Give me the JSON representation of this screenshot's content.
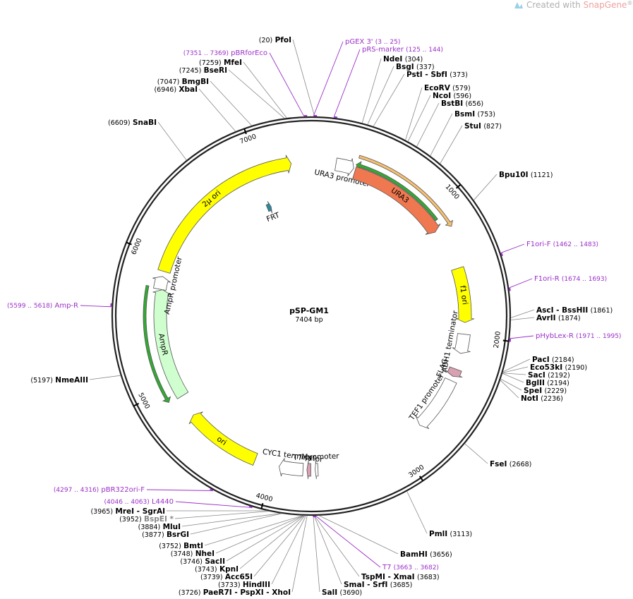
{
  "brand": {
    "prefix": "Created with ",
    "name": "SnapGene",
    "mark": "®"
  },
  "plasmid": {
    "name": "pSP-GM1",
    "length_label": "7404 bp",
    "length": 7404
  },
  "ruler_ticks": [
    {
      "pos": 1000,
      "label": "1000"
    },
    {
      "pos": 2000,
      "label": "2000"
    },
    {
      "pos": 3000,
      "label": "3000"
    },
    {
      "pos": 4000,
      "label": "4000"
    },
    {
      "pos": 5000,
      "label": "5000"
    },
    {
      "pos": 6000,
      "label": "6000"
    },
    {
      "pos": 7000,
      "label": "7000"
    }
  ],
  "features": [
    {
      "id": "ura3-promoter",
      "label": "URA3 promoter",
      "start": 190,
      "end": 330,
      "color": "#ffffff",
      "ring": 0
    },
    {
      "id": "ura3",
      "label": "URA3",
      "start": 345,
      "end": 1150,
      "color": "#f07850",
      "ring": 0
    },
    {
      "id": "f1-ori",
      "label": "f1 ori",
      "start": 1480,
      "end": 1900,
      "color": "#ffff00",
      "ring": 0
    },
    {
      "id": "adh1-terminator",
      "label": "ADH1 terminator",
      "start": 1990,
      "end": 2140,
      "color": "#ffffff",
      "ring": 0
    },
    {
      "id": "flag",
      "label": "FLAG",
      "start": 2265,
      "end": 2325,
      "color": "#d8a0b0",
      "ring": 0
    },
    {
      "id": "tef1-promoter",
      "label": "TEF1 promoter",
      "start": 2360,
      "end": 2780,
      "color": "#ffffff",
      "ring": 0
    },
    {
      "id": "t7-promoter",
      "label": "T7 promoter",
      "start": 3650,
      "end": 3672,
      "color": "#ffffff",
      "ring": 0
    },
    {
      "id": "myc",
      "label": "Myc",
      "start": 3705,
      "end": 3735,
      "color": "#d8a0b0",
      "ring": 0
    },
    {
      "id": "cyc1-terminator",
      "label": "CYC1 terminator",
      "start": 3765,
      "end": 3950,
      "color": "#ffffff",
      "ring": 0
    },
    {
      "id": "ori",
      "label": "ori",
      "start": 4140,
      "end": 4730,
      "color": "#ffff00",
      "ring": 0
    },
    {
      "id": "ampr",
      "label": "AmpR",
      "start": 4900,
      "end": 5760,
      "color": "#cfffcf",
      "ring": 0
    },
    {
      "id": "ampr-promoter",
      "label": "AmpR promoter",
      "start": 5760,
      "end": 5860,
      "color": "#ffffff",
      "ring": 0
    },
    {
      "id": "2u-ori",
      "label": "2µ ori",
      "start": 5900,
      "end": 7250,
      "color": "#ffff00",
      "ring": 0
    },
    {
      "id": "frt",
      "label": "FRT",
      "start": 6950,
      "end": 6990,
      "color": "#2a8aa0",
      "ring": 2
    }
  ],
  "orfs": [
    {
      "id": "orf-ura3",
      "start": 345,
      "end": 1180,
      "color": "#f5c070"
    },
    {
      "id": "orf-ura3-rev",
      "start": 1080,
      "end": 340,
      "color": "#33aa33"
    },
    {
      "id": "orf-ampr",
      "start": 5770,
      "end": 4910,
      "color": "#33aa33"
    }
  ],
  "sites": [
    {
      "enz": "PfoI",
      "pos": "(20)",
      "side": "left"
    },
    {
      "enz": "NdeI",
      "pos": "(304)",
      "side": "right"
    },
    {
      "enz": "BsgI",
      "pos": "(337)",
      "side": "right"
    },
    {
      "enz": "PstI - SbfI",
      "pos": "(373)",
      "side": "right"
    },
    {
      "enz": "EcoRV",
      "pos": "(579)",
      "side": "right"
    },
    {
      "enz": "NcoI",
      "pos": "(596)",
      "side": "right"
    },
    {
      "enz": "BstBI",
      "pos": "(656)",
      "side": "right"
    },
    {
      "enz": "BsmI",
      "pos": "(753)",
      "side": "right"
    },
    {
      "enz": "StuI",
      "pos": "(827)",
      "side": "right"
    },
    {
      "enz": "Bpu10I",
      "pos": "(1121)",
      "side": "right"
    },
    {
      "enz": "AscI - BssHII",
      "pos": "(1861)",
      "side": "right"
    },
    {
      "enz": "AvrII",
      "pos": "(1874)",
      "side": "right"
    },
    {
      "enz": "PacI",
      "pos": "(2184)",
      "side": "right"
    },
    {
      "enz": "Eco53kI",
      "pos": "(2190)",
      "side": "right"
    },
    {
      "enz": "SacI",
      "pos": "(2192)",
      "side": "right"
    },
    {
      "enz": "BglII",
      "pos": "(2194)",
      "side": "right"
    },
    {
      "enz": "SpeI",
      "pos": "(2229)",
      "side": "right"
    },
    {
      "enz": "NotI",
      "pos": "(2236)",
      "side": "right"
    },
    {
      "enz": "FseI",
      "pos": "(2668)",
      "side": "right"
    },
    {
      "enz": "PmlI",
      "pos": "(3113)",
      "side": "right"
    },
    {
      "enz": "BamHI",
      "pos": "(3656)",
      "side": "right"
    },
    {
      "enz": "TspMI - XmaI",
      "pos": "(3683)",
      "side": "right"
    },
    {
      "enz": "SmaI - SrfI",
      "pos": "(3685)",
      "side": "right"
    },
    {
      "enz": "SalI",
      "pos": "(3690)",
      "side": "right"
    },
    {
      "enz": "PaeR7I - PspXI - XhoI",
      "pos": "(3726)",
      "side": "left"
    },
    {
      "enz": "HindIII",
      "pos": "(3733)",
      "side": "left"
    },
    {
      "enz": "Acc65I",
      "pos": "(3739)",
      "side": "left"
    },
    {
      "enz": "KpnI",
      "pos": "(3743)",
      "side": "left"
    },
    {
      "enz": "SacII",
      "pos": "(3746)",
      "side": "left"
    },
    {
      "enz": "NheI",
      "pos": "(3748)",
      "side": "left"
    },
    {
      "enz": "BmtI",
      "pos": "(3752)",
      "side": "left"
    },
    {
      "enz": "BsrGI",
      "pos": "(3877)",
      "side": "left"
    },
    {
      "enz": "MluI",
      "pos": "(3884)",
      "side": "left"
    },
    {
      "enz": "BspEI *",
      "pos": "(3952)",
      "side": "left",
      "gray": true
    },
    {
      "enz": "MreI - SgrAI",
      "pos": "(3965)",
      "side": "left"
    },
    {
      "enz": "NmeAIII",
      "pos": "(5197)",
      "side": "left"
    },
    {
      "enz": "SnaBI",
      "pos": "(6609)",
      "side": "left"
    },
    {
      "enz": "XbaI",
      "pos": "(6946)",
      "side": "left"
    },
    {
      "enz": "BmgBI",
      "pos": "(7047)",
      "side": "left"
    },
    {
      "enz": "BseRI",
      "pos": "(7245)",
      "side": "left"
    },
    {
      "enz": "MfeI",
      "pos": "(7259)",
      "side": "left"
    }
  ],
  "primers": [
    {
      "name": "pBRforEco",
      "range": "(7351 .. 7369)",
      "side": "left"
    },
    {
      "name": "pGEX 3'",
      "range": "(3 .. 25)",
      "side": "right"
    },
    {
      "name": "pRS-marker",
      "range": "(125 .. 144)",
      "side": "right"
    },
    {
      "name": "F1ori-F",
      "range": "(1462 .. 1483)",
      "side": "right"
    },
    {
      "name": "F1ori-R",
      "range": "(1674 .. 1693)",
      "side": "right"
    },
    {
      "name": "pHybLex-R",
      "range": "(1971 .. 1995)",
      "side": "right"
    },
    {
      "name": "T7",
      "range": "(3663 .. 3682)",
      "side": "right"
    },
    {
      "name": "L4440",
      "range": "(4046 .. 4063)",
      "side": "left"
    },
    {
      "name": "pBR322ori-F",
      "range": "(4297 .. 4316)",
      "side": "left"
    },
    {
      "name": "Amp-R",
      "range": "(5599 .. 5618)",
      "side": "left"
    }
  ],
  "colors": {
    "primer": "#9b30c8",
    "ring": "#222222"
  }
}
